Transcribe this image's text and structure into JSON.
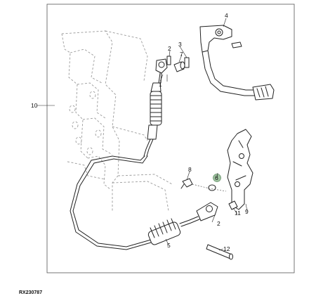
{
  "diagram": {
    "reference_code": "RX230787",
    "callouts": [
      {
        "id": "c1",
        "label": "1"
      },
      {
        "id": "c2a",
        "label": "2"
      },
      {
        "id": "c2b",
        "label": "2"
      },
      {
        "id": "c3",
        "label": "3"
      },
      {
        "id": "c4",
        "label": "4"
      },
      {
        "id": "c5",
        "label": "5"
      },
      {
        "id": "c6",
        "label": "6"
      },
      {
        "id": "c7",
        "label": "7"
      },
      {
        "id": "c8",
        "label": "8"
      },
      {
        "id": "c9",
        "label": "9"
      },
      {
        "id": "c10",
        "label": "10"
      },
      {
        "id": "c11",
        "label": "11"
      },
      {
        "id": "c12",
        "label": "12"
      }
    ],
    "highlight_color": "#9fc3a0"
  }
}
